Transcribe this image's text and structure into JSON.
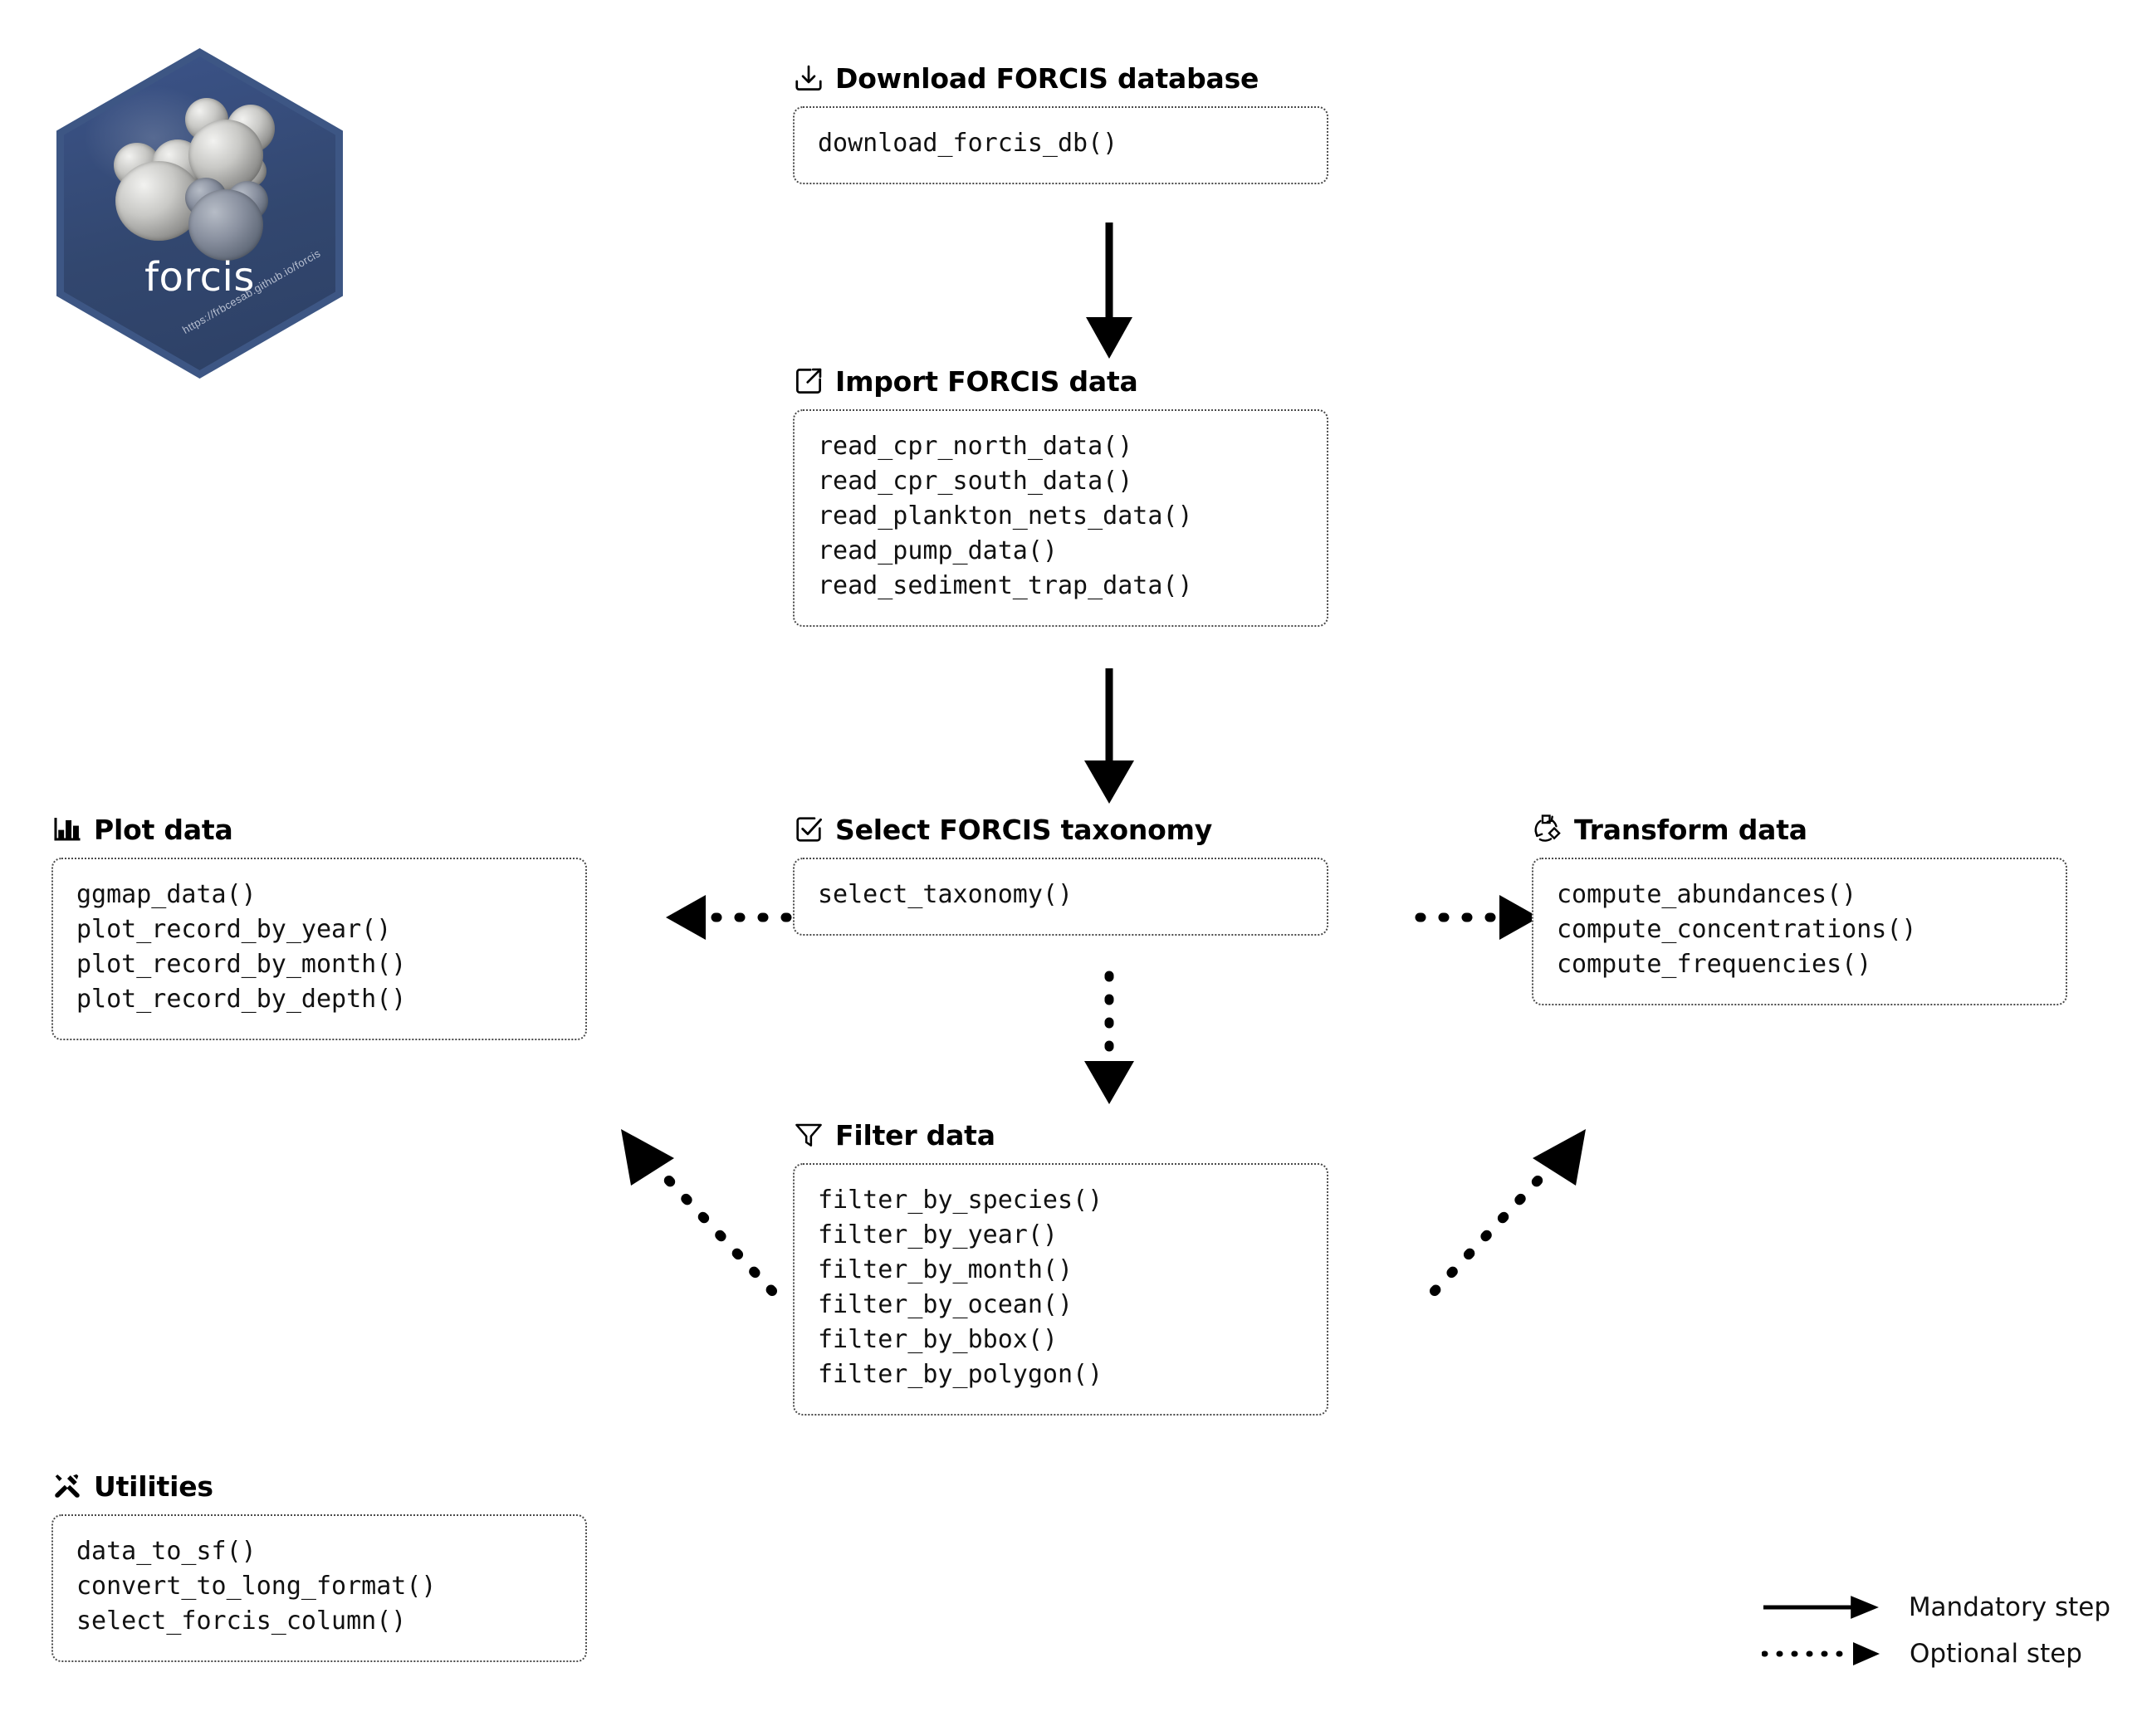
{
  "logo": {
    "name": "forcis",
    "url": "https://frbcesab.github.io/forcis",
    "background_color": "#33476f",
    "border_color": "#3d5684",
    "text_color": "#ffffff"
  },
  "sections": [
    {
      "id": "download",
      "title": "Download FORCIS database",
      "icon": "box-arrow-down-icon",
      "functions": [
        "download_forcis_db()"
      ]
    },
    {
      "id": "import",
      "title": "Import FORCIS data",
      "icon": "box-arrow-up-right-icon",
      "functions": [
        "read_cpr_north_data()",
        "read_cpr_south_data()",
        "read_plankton_nets_data()",
        "read_pump_data()",
        "read_sediment_trap_data()"
      ]
    },
    {
      "id": "taxonomy",
      "title": "Select FORCIS taxonomy",
      "icon": "checkbox-checked-icon",
      "functions": [
        "select_taxonomy()"
      ]
    },
    {
      "id": "plot",
      "title": "Plot data",
      "icon": "bar-chart-icon",
      "functions": [
        "ggmap_data()",
        "plot_record_by_year()",
        "plot_record_by_month()",
        "plot_record_by_depth()"
      ]
    },
    {
      "id": "transform",
      "title": "Transform data",
      "icon": "shuffle-transform-icon",
      "functions": [
        "compute_abundances()",
        "compute_concentrations()",
        "compute_frequencies()"
      ]
    },
    {
      "id": "filter",
      "title": "Filter data",
      "icon": "funnel-icon",
      "functions": [
        "filter_by_species()",
        "filter_by_year()",
        "filter_by_month()",
        "filter_by_ocean()",
        "filter_by_bbox()",
        "filter_by_polygon()"
      ]
    },
    {
      "id": "utilities",
      "title": "Utilities",
      "icon": "tools-icon",
      "functions": [
        "data_to_sf()",
        "convert_to_long_format()",
        "select_forcis_column()"
      ]
    }
  ],
  "legend": {
    "items": [
      {
        "label": "Mandatory step",
        "style": "solid"
      },
      {
        "label": "Optional step",
        "style": "dotted"
      }
    ]
  },
  "flow": {
    "edges": [
      {
        "from": "download",
        "to": "import",
        "style": "solid"
      },
      {
        "from": "import",
        "to": "taxonomy",
        "style": "solid"
      },
      {
        "from": "taxonomy",
        "to": "plot",
        "style": "dotted"
      },
      {
        "from": "taxonomy",
        "to": "transform",
        "style": "dotted"
      },
      {
        "from": "taxonomy",
        "to": "filter",
        "style": "dotted"
      },
      {
        "from": "filter",
        "to": "plot",
        "style": "dotted"
      },
      {
        "from": "filter",
        "to": "transform",
        "style": "dotted"
      }
    ]
  },
  "colors": {
    "background": "#ffffff",
    "ink": "#000000",
    "box_border": "#4a4a4a",
    "code_text": "#111111"
  }
}
